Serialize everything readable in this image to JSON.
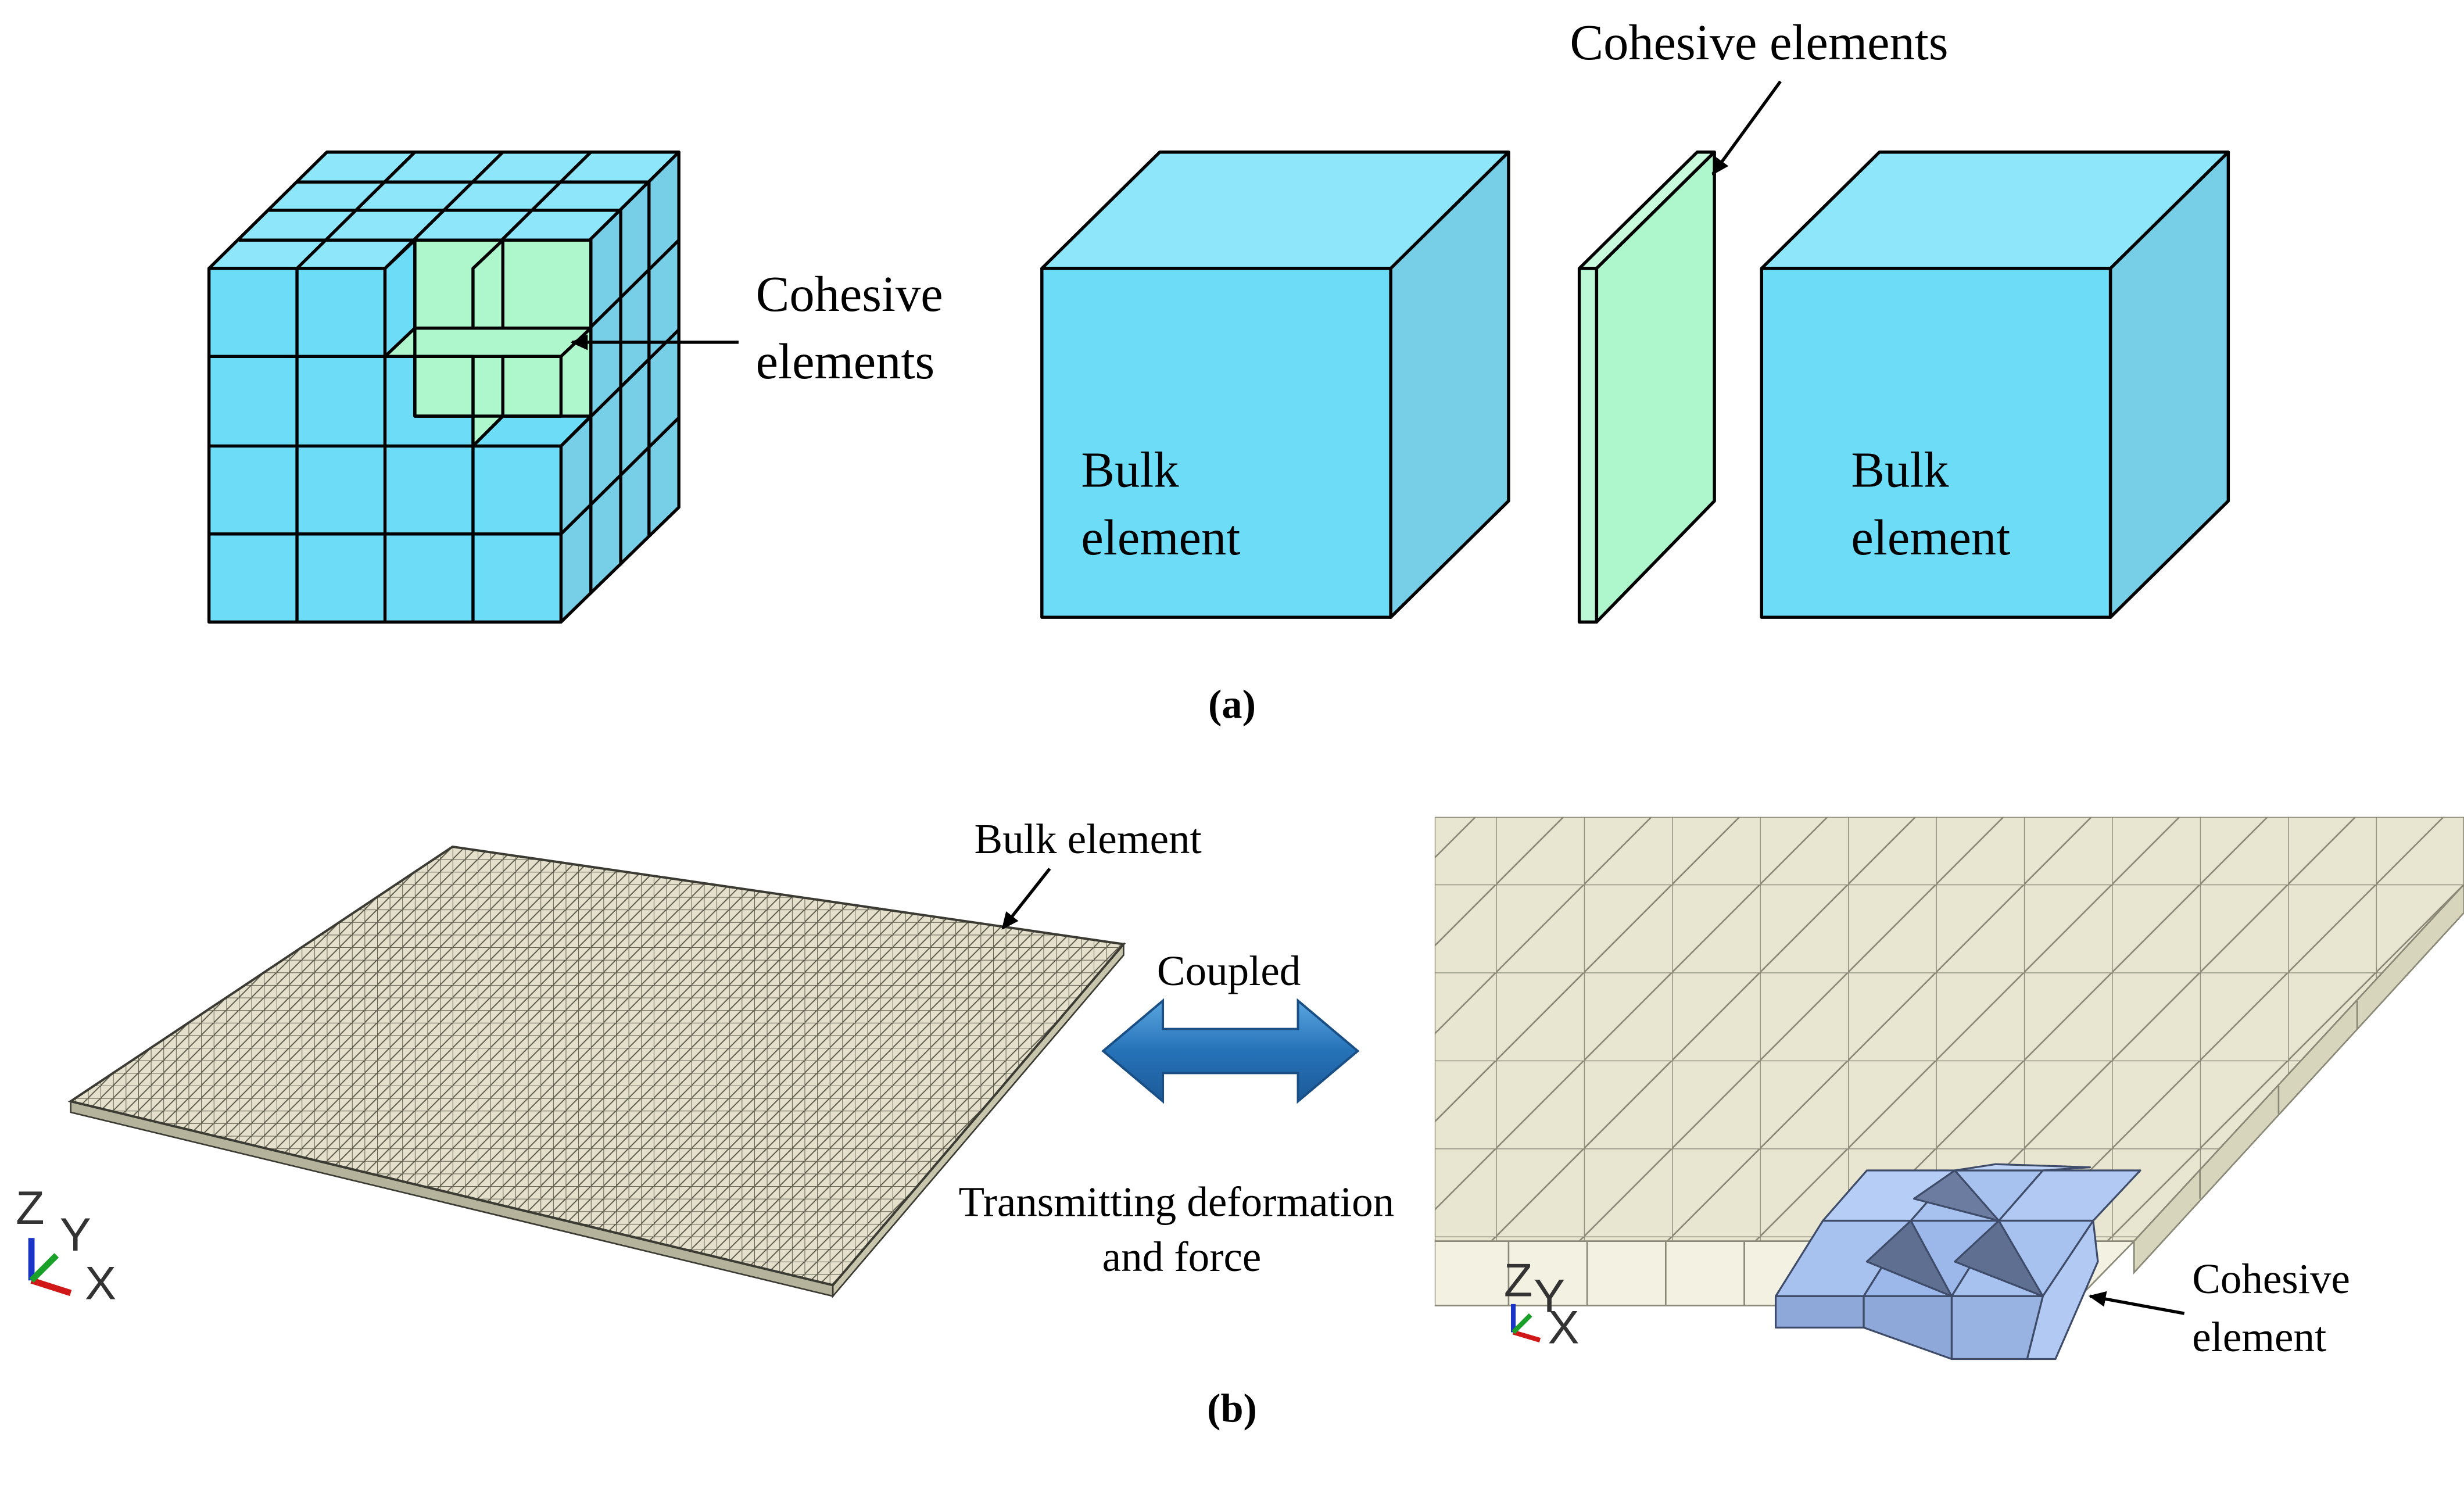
{
  "panel_a": {
    "caption": "(a)",
    "cube_label": [
      "Cohesive",
      "elements"
    ],
    "top_label": "Cohesive elements",
    "bulk_left": [
      "Bulk",
      "element"
    ],
    "bulk_right": [
      "Bulk",
      "element"
    ]
  },
  "panel_b": {
    "caption": "(b)",
    "bulk_label": "Bulk element",
    "coupled": "Coupled",
    "transmit": [
      "Transmitting deformation",
      "and force"
    ],
    "cohesive": [
      "Cohesive",
      "element"
    ],
    "axes": {
      "z": "Z",
      "y": "Y",
      "x": "X"
    }
  },
  "colors": {
    "bulk_cyan": "#6cdcf7",
    "cohesive_green": "#aef7cc",
    "plate_beige": "#e6e2cc",
    "cohesive_blue": "#a8c2f0",
    "arrow_blue": "#2e7cc0"
  }
}
